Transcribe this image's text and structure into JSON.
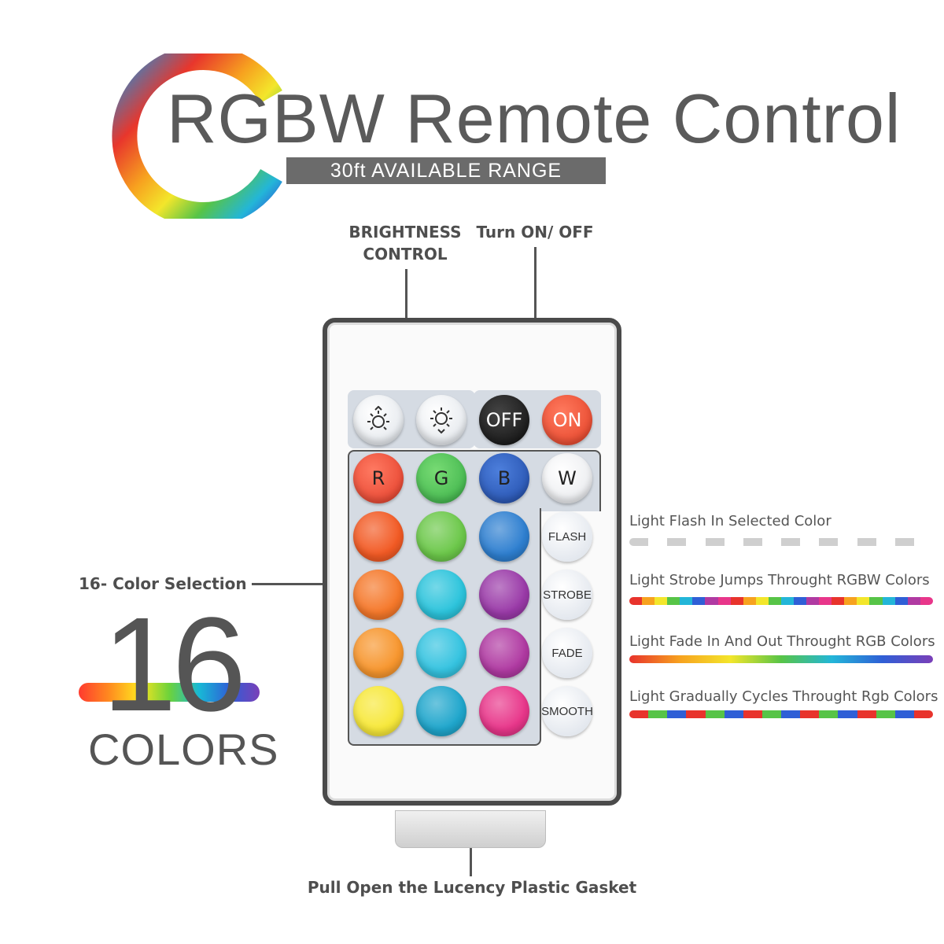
{
  "header": {
    "title": "RGBW Remote Control",
    "range": "30ft AVAILABLE RANGE"
  },
  "callouts": {
    "brightness": "BRIGHTNESS\nCONTROL",
    "brightness_line1": "BRIGHTNESS",
    "brightness_line2": "CONTROL",
    "onoff": "Turn ON/ OFF",
    "color_selection": "16- Color Selection",
    "gasket": "Pull Open the Lucency Plastic Gasket"
  },
  "badge": {
    "number": "16",
    "word": "COLORS"
  },
  "remote": {
    "off_label": "OFF",
    "on_label": "ON",
    "r_label": "R",
    "g_label": "G",
    "b_label": "B",
    "w_label": "W",
    "modes": [
      "FLASH",
      "STROBE",
      "FADE",
      "SMOOTH"
    ],
    "colors": {
      "off": "#141414",
      "on": "#ef4a2d",
      "r": "#e8412c",
      "g": "#3fb64c",
      "b": "#2a57b8",
      "w": "#ffffff",
      "grid": [
        [
          "#f25a24",
          "#6cc84a",
          "#2e7fd0"
        ],
        [
          "#f5782a",
          "#2cc4dc",
          "#9a3aa8"
        ],
        [
          "#f7962e",
          "#34c3e0",
          "#b03aa2"
        ],
        [
          "#f7e83a",
          "#1fa6cc",
          "#e8368a"
        ]
      ]
    }
  },
  "effects": [
    "Light Flash In Selected Color",
    "Light Strobe Jumps Throught RGBW Colors",
    "Light Fade In And Out Throught RGB Colors",
    "Light Gradually Cycles Throught Rgb Colors"
  ]
}
